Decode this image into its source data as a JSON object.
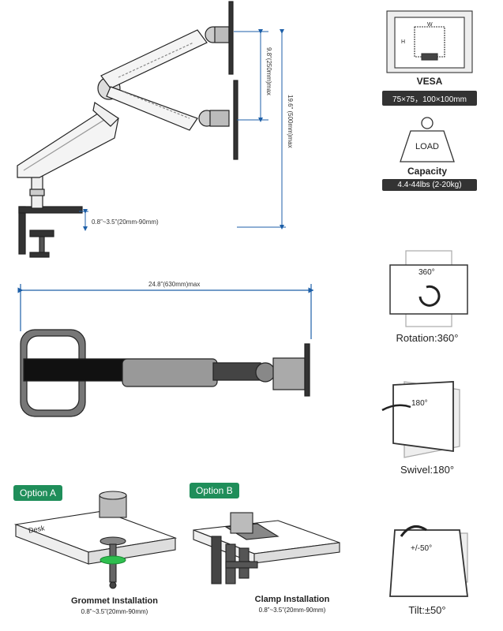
{
  "dimensions": {
    "vesa_vertical": "9.8”(250mm)max",
    "total_height": "19.6” (500mm)max",
    "clamp_range": "0.8”~3.5”(20mm-90mm)",
    "reach": "24.8”(630mm)max"
  },
  "specs": {
    "vesa": {
      "title": "VESA",
      "value": "75×75，100×100mm",
      "diagram_w": "W",
      "diagram_h": "H"
    },
    "capacity": {
      "title": "Capacity",
      "value": "4.4-44lbs (2-20kg)",
      "weight_text": "LOAD"
    },
    "rotation": {
      "caption": "Rotation:360°",
      "badge": "360°"
    },
    "swivel": {
      "caption": "Swivel:180°",
      "badge": "180°"
    },
    "tilt": {
      "caption": "Tilt:±50°",
      "badge": "+/-50°"
    }
  },
  "installation": {
    "option_a": {
      "tag": "Option A",
      "title": "Grommet Installation",
      "range": "0.8”~3.5”(20mm-90mm)",
      "desk_label": "Desk"
    },
    "option_b": {
      "tag": "Option B",
      "title": "Clamp Installation",
      "range": "0.8”~3.5”(20mm-90mm)"
    }
  },
  "colors": {
    "accent_green": "#1f8e5a",
    "dim_blue": "#1d5fa8",
    "pill_dark": "#333333"
  }
}
